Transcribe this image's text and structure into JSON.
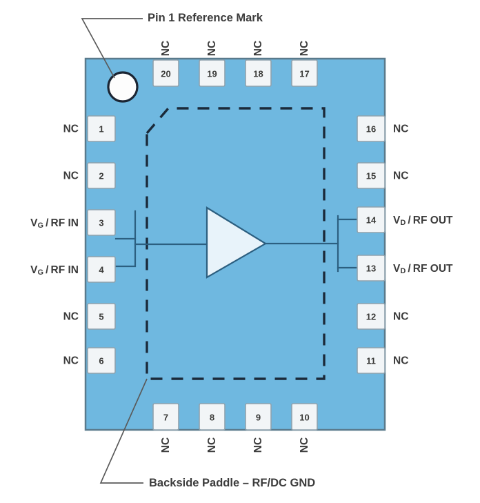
{
  "diagram": {
    "title_callout": "Pin 1 Reference Mark",
    "bottom_callout": "Backside Paddle – RF/DC GND",
    "colors": {
      "package_fill": "#6fb8e0",
      "package_stroke": "#5a7a8c",
      "pad_fill": "#f2f5f7",
      "pad_stroke": "#8fa2ad",
      "wire": "#2c5f80",
      "paddle_stroke": "#1b2a3a",
      "amp_fill": "#e8f3fa",
      "text": "#3c3c3c"
    }
  },
  "pins": {
    "top": [
      {
        "number": "20",
        "label": "NC"
      },
      {
        "number": "19",
        "label": "NC"
      },
      {
        "number": "18",
        "label": "NC"
      },
      {
        "number": "17",
        "label": "NC"
      }
    ],
    "left": [
      {
        "number": "1",
        "label": "NC",
        "sub": ""
      },
      {
        "number": "2",
        "label": "NC",
        "sub": ""
      },
      {
        "number": "3",
        "label": "V",
        "sub": "G",
        "label_tail": " / RF IN"
      },
      {
        "number": "4",
        "label": "V",
        "sub": "G",
        "label_tail": " / RF IN"
      },
      {
        "number": "5",
        "label": "NC",
        "sub": ""
      },
      {
        "number": "6",
        "label": "NC",
        "sub": ""
      }
    ],
    "bottom": [
      {
        "number": "7",
        "label": "NC"
      },
      {
        "number": "8",
        "label": "NC"
      },
      {
        "number": "9",
        "label": "NC"
      },
      {
        "number": "10",
        "label": "NC"
      }
    ],
    "right": [
      {
        "number": "16",
        "label": "NC",
        "sub": ""
      },
      {
        "number": "15",
        "label": "NC",
        "sub": ""
      },
      {
        "number": "14",
        "label": "V",
        "sub": "D",
        "label_tail": " / RF OUT"
      },
      {
        "number": "13",
        "label": "V",
        "sub": "D",
        "label_tail": " / RF OUT"
      },
      {
        "number": "12",
        "label": "NC",
        "sub": ""
      },
      {
        "number": "11",
        "label": "NC",
        "sub": ""
      }
    ]
  }
}
